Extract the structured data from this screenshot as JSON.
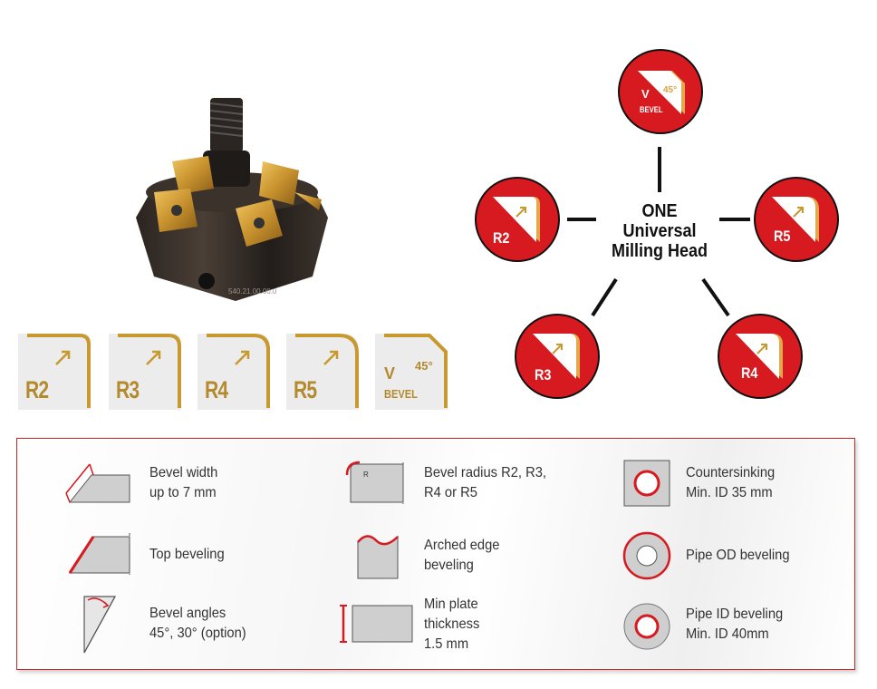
{
  "product": {
    "model_number": "540.21.00.00.0"
  },
  "inserts": [
    {
      "label": "R2"
    },
    {
      "label": "R3"
    },
    {
      "label": "R4"
    },
    {
      "label": "R5"
    },
    {
      "label_top": "V",
      "label_bottom": "BEVEL",
      "angle": "45°"
    }
  ],
  "diagram": {
    "center": [
      "ONE",
      "Universal",
      "Milling Head"
    ],
    "nodes": {
      "top": {
        "label_top": "V",
        "label_bottom": "BEVEL",
        "angle": "45°"
      },
      "left": {
        "label": "R2"
      },
      "right": {
        "label": "R5"
      },
      "bottom_left": {
        "label": "R3"
      },
      "bottom_right": {
        "label": "R4"
      }
    }
  },
  "features": {
    "bevel_width": [
      "Bevel width",
      "up to 7 mm"
    ],
    "top_beveling": [
      "Top beveling"
    ],
    "bevel_angles": [
      "Bevel angles",
      "45°, 30° (option)"
    ],
    "bevel_radius": [
      "Bevel radius R2, R3,",
      "R4 or R5"
    ],
    "bevel_radius_icon_text": "R",
    "arched_edge": [
      "Arched  edge",
      "beveling"
    ],
    "min_plate": [
      "Min plate",
      "thickness",
      "1.5 mm"
    ],
    "countersinking": [
      "Countersinking",
      "Min. ID 35 mm"
    ],
    "pipe_od": [
      "Pipe OD beveling"
    ],
    "pipe_id": [
      "Pipe ID beveling",
      "Min. ID 40mm"
    ]
  },
  "colors": {
    "accent_red": "#d71920",
    "gold": "#b38a2e",
    "panel_border": "#c62828"
  }
}
